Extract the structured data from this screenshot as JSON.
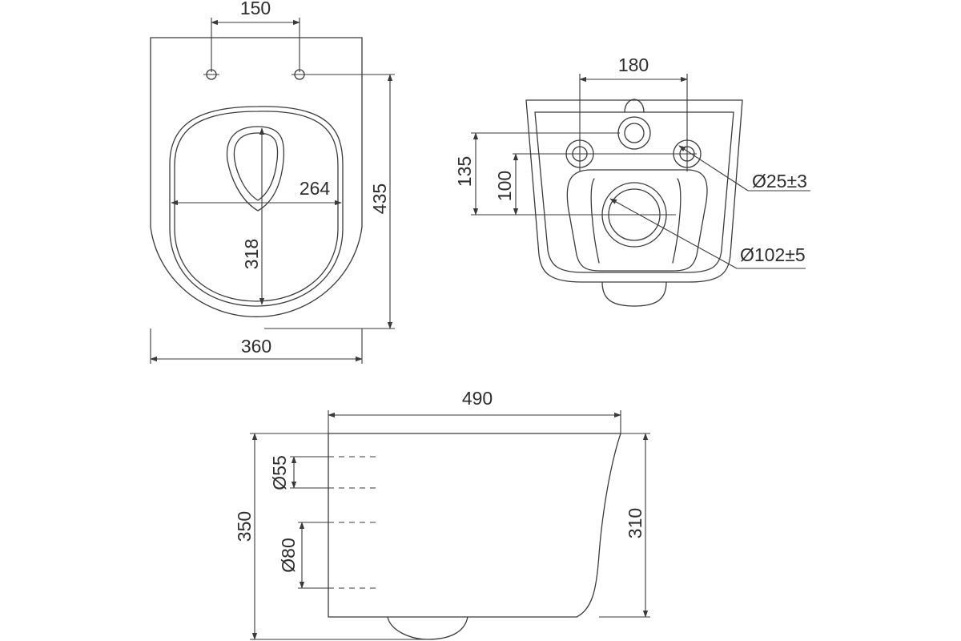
{
  "top_view": {
    "dim_mount_spacing": "150",
    "dim_bowl_width": "264",
    "dim_bowl_length": "318",
    "dim_total_length": "435",
    "dim_total_width": "360"
  },
  "rear_view": {
    "dim_inlet_spacing": "180",
    "dim_height_outer": "135",
    "dim_height_inner": "100",
    "dim_bolt_diameter": "Ø25±3",
    "dim_outlet_diameter": "Ø102±5"
  },
  "side_view": {
    "dim_depth": "490",
    "dim_total_height": "350",
    "dim_body_height": "310",
    "dim_inlet_diameter": "Ø55",
    "dim_outlet_diameter": "Ø80"
  }
}
